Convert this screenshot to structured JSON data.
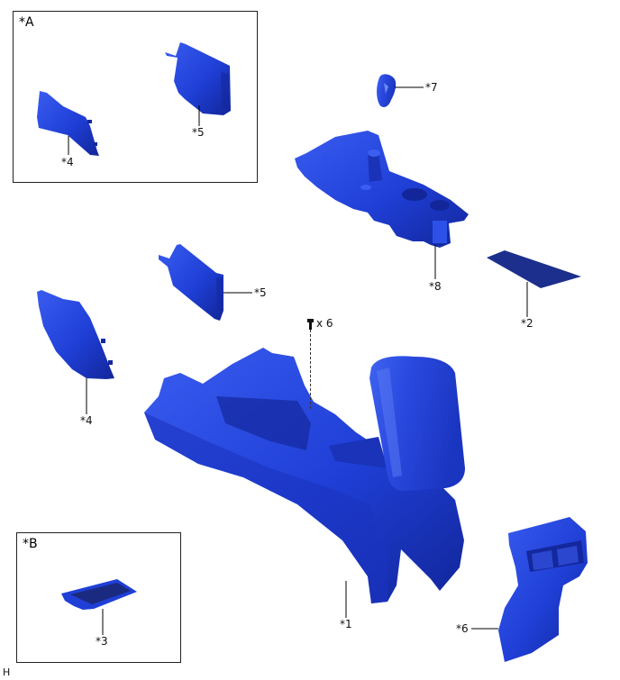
{
  "diagram": {
    "type": "exploded-parts-diagram",
    "part_color": "#1f3fd6",
    "part_color_dark": "#14289e",
    "part_color_light": "#4a6cf0",
    "line_color": "#000000"
  },
  "insets": [
    {
      "id": "A",
      "label": "*A",
      "parts": [
        "*4",
        "*5"
      ]
    },
    {
      "id": "B",
      "label": "*B",
      "parts": [
        "*3"
      ]
    }
  ],
  "callouts": {
    "p1": "*1",
    "p2": "*2",
    "p3": "*3",
    "p4_inset": "*4",
    "p4_main": "*4",
    "p5_inset": "*5",
    "p5_main": "*5",
    "p6": "*6",
    "p7": "*7",
    "p8": "*8"
  },
  "fastener": {
    "icon": "screw-icon",
    "quantity_label": "x 6"
  },
  "footer": {
    "code": "H"
  }
}
